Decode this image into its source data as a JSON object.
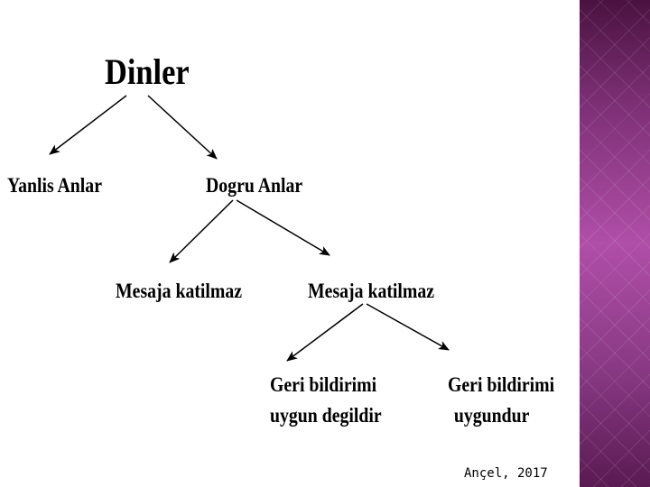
{
  "title": "Dinler",
  "nodes": {
    "wrong": "Yanlis Anlar",
    "right": "Dogru Anlar",
    "msg_left": "Mesaja katilmaz",
    "msg_right": "Mesaja katilmaz",
    "fb_bad_1": "Geri bildirimi",
    "fb_bad_2": "uygun degildir",
    "fb_good_1": "Geri bildirimi",
    "fb_good_2": "uygundur"
  },
  "credit": "Ançel, 2017",
  "colors": {
    "sidebar": "#8e3d8c",
    "text": "#000000"
  }
}
